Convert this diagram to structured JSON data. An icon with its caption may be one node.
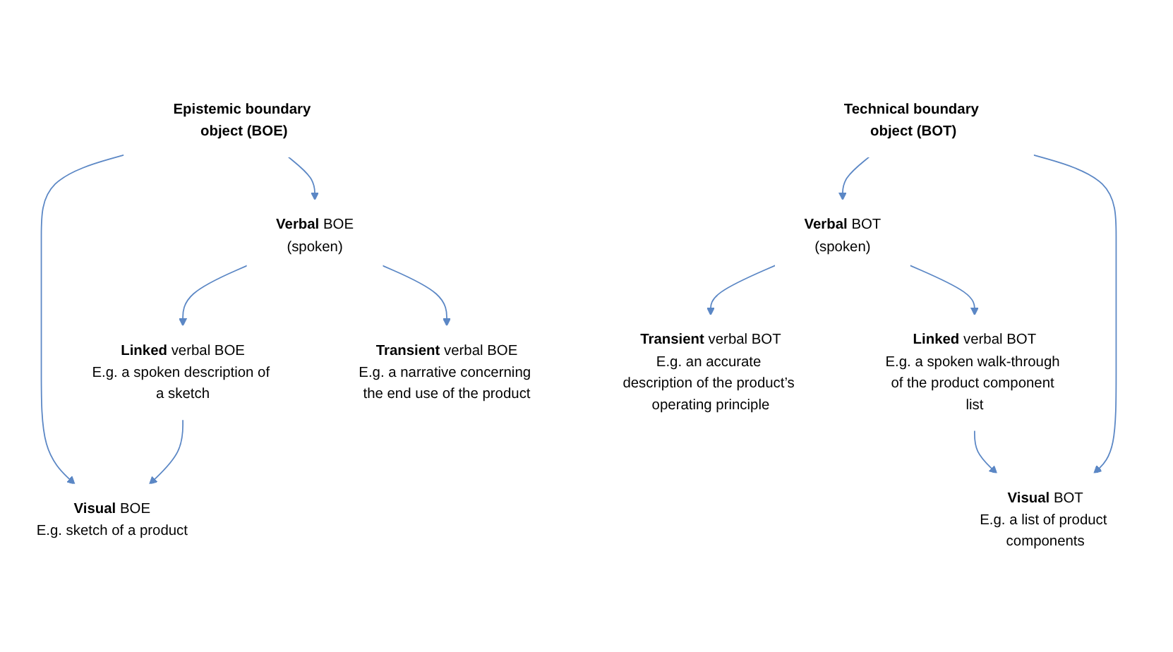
{
  "diagram": {
    "nodes": [
      {
        "text": [
          "Epistemic boundary object (BOE)"
        ]
      },
      {
        "text": [
          "Technical boundary object (BOT)"
        ]
      },
      {
        "text": [
          "**Visual** BOE",
          "E.g. sketch of a product"
        ]
      },
      {
        "text": [
          "**Verbal** BOE",
          "(spoken)"
        ]
      },
      {
        "text": [
          "**Verbal** BOT",
          "(spoken)"
        ]
      },
      {
        "text": [
          "**Visual** BOT",
          "E.g. a list of product components"
        ]
      },
      {
        "text": [
          "**Linked** verbal BOE",
          "E.g. a spoken description of a sketch"
        ]
      },
      {
        "text": [
          "**Transient** verbal BOE",
          "E.g. a narrative concerning the end use of the product"
        ]
      },
      {
        "text": [
          "**Transient** verbal BOT",
          "E.g. an accurate description of the product’s operating principle"
        ]
      },
      {
        "text": [
          "**Linked** verbal BOT",
          "E.g. a spoken walk-through of the product component list"
        ]
      }
    ],
    "edges": [
      {
        "from": 0,
        "to": 2,
        "arrow": "to"
      },
      {
        "from": 0,
        "to": 3,
        "arrow": "to"
      },
      {
        "from": 3,
        "to": 6,
        "arrow": "to"
      },
      {
        "from": 3,
        "to": 7,
        "arrow": "to"
      },
      {
        "from": 6,
        "to": 2,
        "arrow": "to"
      },
      {
        "from": 1,
        "to": 4,
        "arrow": "to"
      },
      {
        "from": 1,
        "to": 5,
        "arrow": "to"
      },
      {
        "from": 4,
        "to": 8,
        "arrow": "to"
      },
      {
        "from": 4,
        "to": 9,
        "arrow": "to"
      },
      {
        "from": 9,
        "to": 5,
        "arrow": "to"
      }
    ]
  }
}
